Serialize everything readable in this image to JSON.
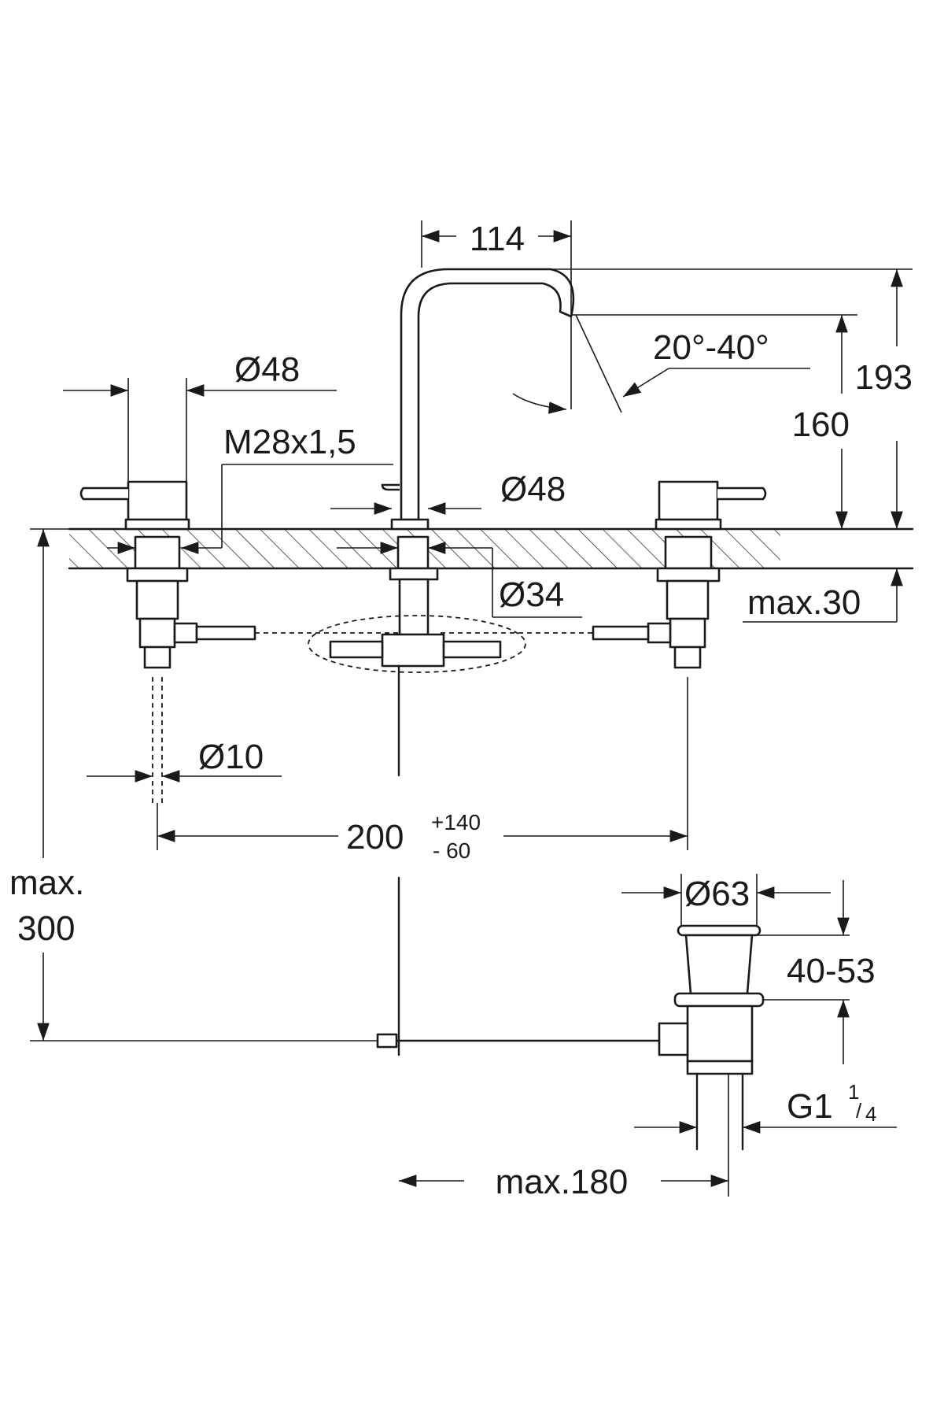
{
  "diagram": {
    "spout_reach": "114",
    "spout_angle": "20°-40°",
    "spout_height_top": "193",
    "spout_height_outlet": "160",
    "handle_diameter": "Ø48",
    "thread": "M28x1,5",
    "spout_base_diameter": "Ø48",
    "hole_diameter": "Ø34",
    "deck_thickness": "max.30",
    "hose_diameter": "Ø10",
    "center_spacing": "200",
    "center_spacing_plus": "+140",
    "center_spacing_minus": "- 60",
    "max_depth_line1": "max.",
    "max_depth_line2": "300",
    "waste_diameter": "Ø63",
    "waste_height": "40-53",
    "waste_thread": "G1",
    "waste_thread_frac_num": "1",
    "waste_thread_frac_den": "4",
    "rod_length": "max.180"
  }
}
